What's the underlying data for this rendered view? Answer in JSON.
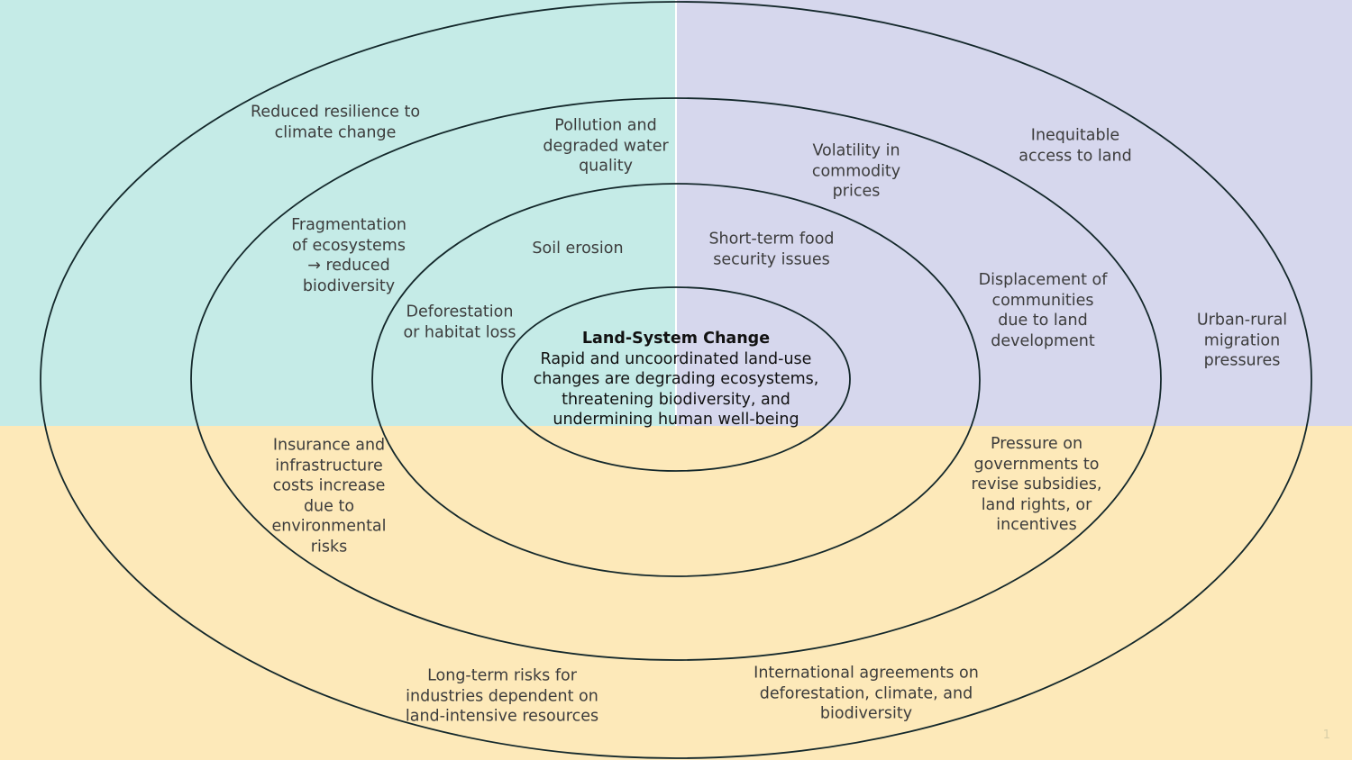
{
  "colors": {
    "env_quadrant": "#c5ebe7",
    "social_quadrant": "#d6d7ed",
    "econ_quadrant": "#fde9b9",
    "ring_stroke": "#14282b"
  },
  "center": {
    "title": "Land-System Change",
    "description": "Rapid and uncoordinated land-use changes are degrading ecosystems, threatening biodiversity, and undermining human well-being"
  },
  "labels": {
    "reduced_resilience": "Reduced resilience to\nclimate change",
    "pollution": "Pollution and\ndegraded water\nquality",
    "volatility": "Volatility in\ncommodity\nprices",
    "inequitable_access": "Inequitable\naccess to land",
    "fragmentation": "Fragmentation\nof ecosystems\n→ reduced\nbiodiversity",
    "soil_erosion": "Soil erosion",
    "food_security": "Short-term food\nsecurity issues",
    "displacement": "Displacement of\ncommunities\ndue to land\ndevelopment",
    "urban_rural": "Urban-rural\nmigration\npressures",
    "deforestation": "Deforestation\nor habitat loss",
    "insurance": "Insurance and\ninfrastructure\ncosts increase\ndue to\nenvironmental\nrisks",
    "pressure_governments": "Pressure on\ngovernments to\nrevise subsidies,\nland rights, or\nincentives",
    "long_term_risks": "Long-term risks for\nindustries dependent on\nland-intensive resources",
    "international_agreements": "International agreements on\ndeforestation, climate, and\nbiodiversity"
  },
  "page_number": "1"
}
